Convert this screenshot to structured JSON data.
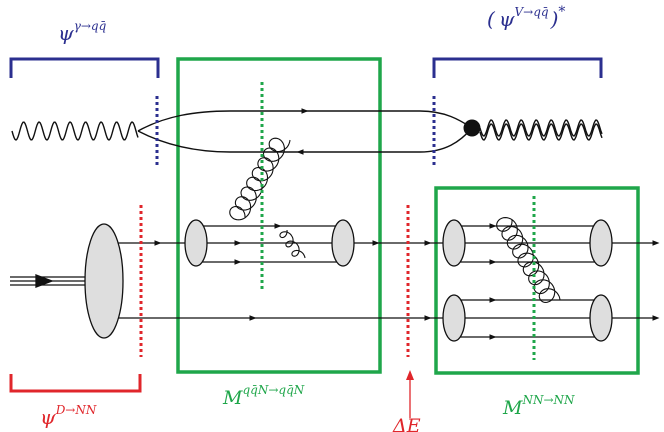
{
  "colors": {
    "blue": "#2b2f8f",
    "green": "#1fa64a",
    "red": "#e0262b",
    "black": "#111111",
    "blob_fill": "#dedede"
  },
  "labels": {
    "psi_photon": {
      "base": "ψ",
      "sup": "γ→qq̄"
    },
    "psi_vector": {
      "open": "(",
      "base": "ψ",
      "sup": "V→qq̄",
      "close": ")",
      "star": "*"
    },
    "psi_deuteron": {
      "base": "ψ",
      "sup": "D→NN"
    },
    "m_qqN": {
      "base": "M",
      "sup": "qq̄N→qq̄N"
    },
    "m_NN": {
      "base": "M",
      "sup": "NN→NN"
    },
    "delta_e": "ΔE"
  },
  "icons": {
    "incoming_photon": "photon-wavy-line-icon",
    "outgoing_vector": "vector-meson-double-wavy-icon",
    "vertex": "vertex-dot-icon",
    "deuteron_line": "double-line-arrow-icon",
    "gluon": "gluon-coil-icon"
  }
}
